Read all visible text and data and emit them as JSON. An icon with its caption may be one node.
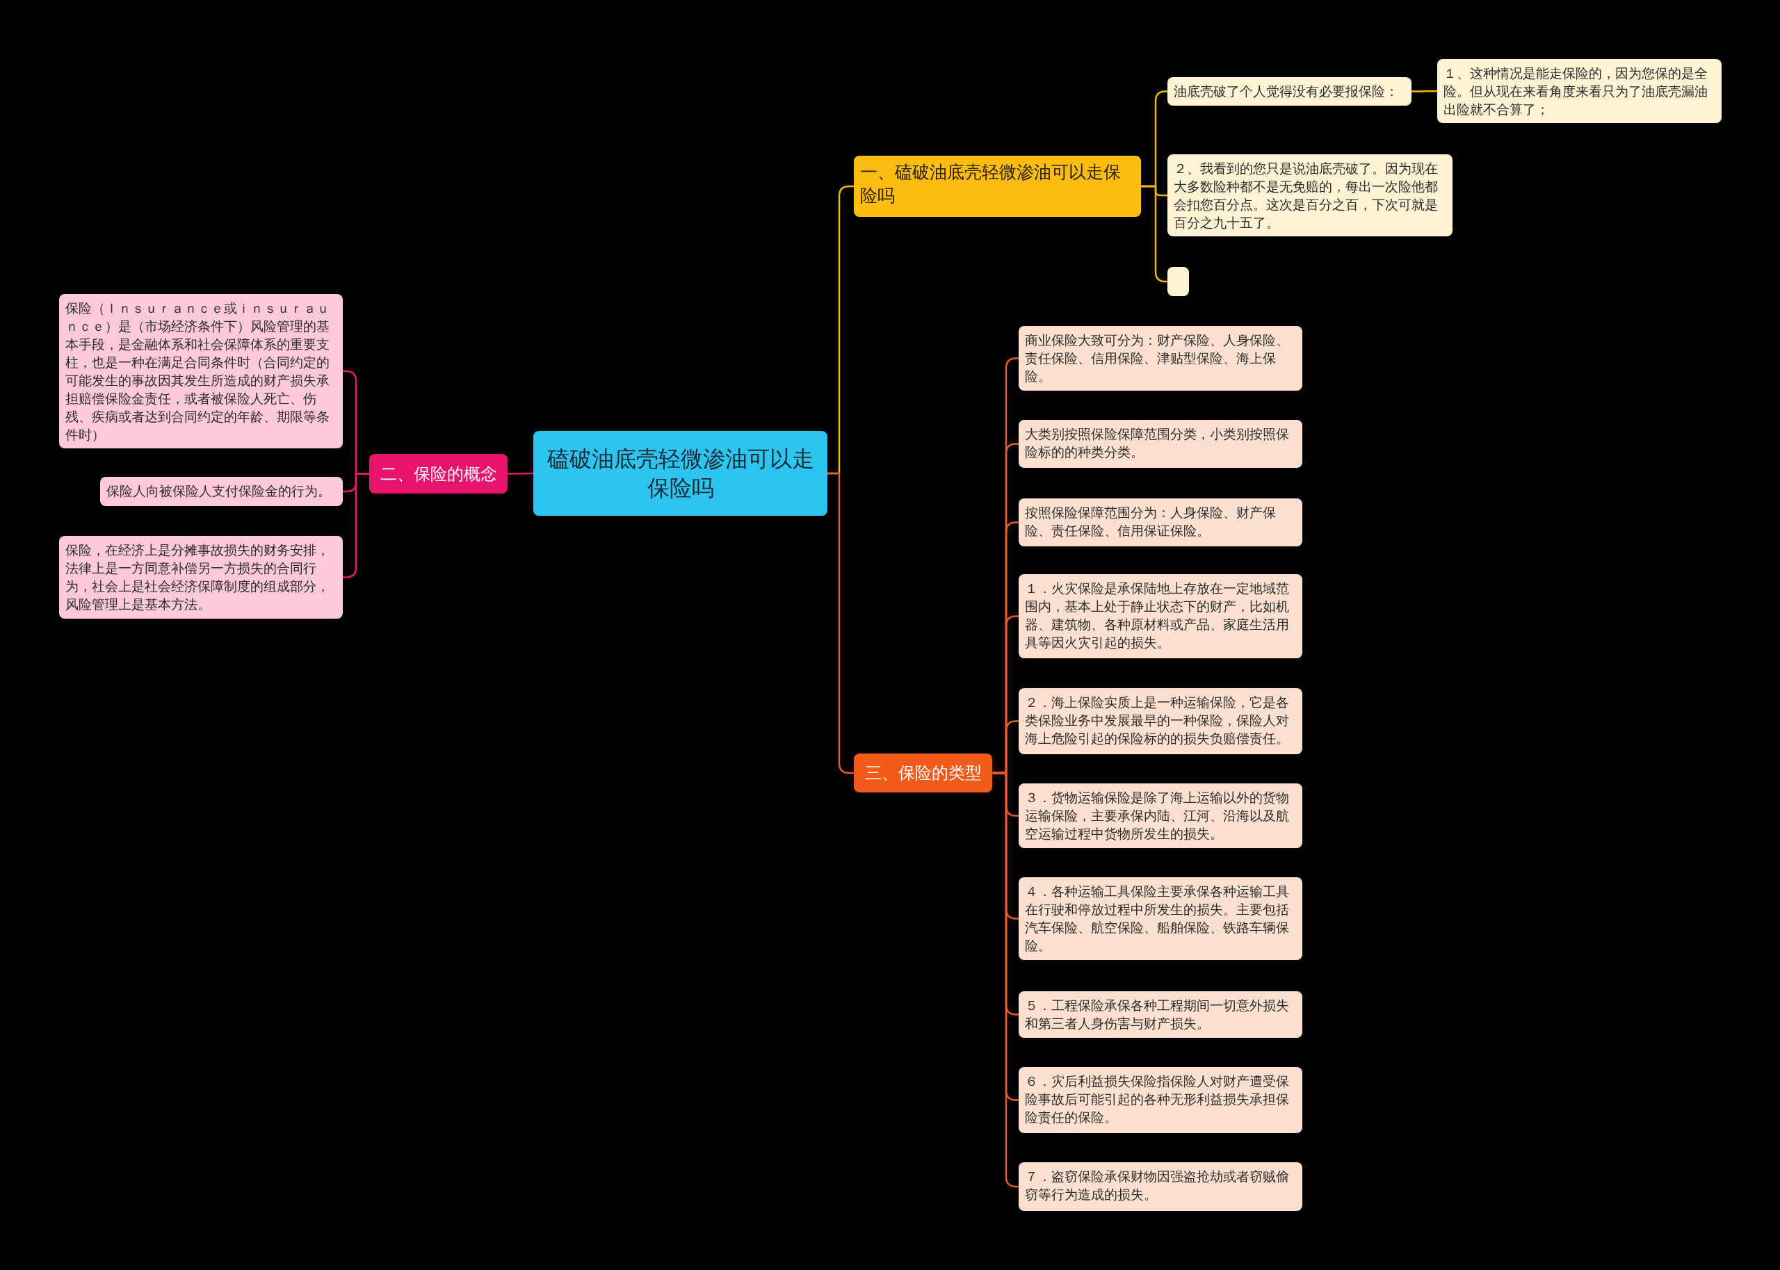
{
  "diagram": {
    "nodes": [
      {
        "text": [
          "磕破油底壳轻微渗油可以走保险吗"
        ]
      },
      {
        "text": [
          "一、磕破油底壳轻微渗油可以走保险吗"
        ]
      },
      {
        "text": [
          "油底壳破了个人觉得没有必要报保险："
        ]
      },
      {
        "text": [
          "１、这种情况是能走保险的，因为您保的是全险。但从现在来看角度来看只为了油底壳漏油出险就不合算了；"
        ]
      },
      {
        "text": [
          "２、我看到的您只是说油底壳破了。因为现在大多数险种都不是无免赔的，每出一次险他都会扣您百分点。这次是百分之百，下次可就是百分之九十五了。"
        ]
      },
      {
        "text": [],
        "shape": "box"
      },
      {
        "text": [
          "二、保险的概念"
        ]
      },
      {
        "text": [
          "保险（Ｉｎｓｕｒａｎｃｅ或ｉｎｓｕｒａｕｎｃｅ）是（市场经济条件下）风险管理的基本手段，是金融体系和社会保障体系的重要支柱，也是一种在满足合同条件时（合同约定的可能发生的事故因其发生所造成的财产损失承担赔偿保险金责任，或者被保险人死亡、伤残、疾病或者达到合同约定的年龄、期限等条件时）"
        ]
      },
      {
        "text": [
          "保险人向被保险人支付保险金的行为。"
        ]
      },
      {
        "text": [
          "保险，在经济上是分摊事故损失的财务安排，法律上是一方同意补偿另一方损失的合同行为，社会上是社会经济保障制度的组成部分，风险管理上是基本方法。"
        ]
      },
      {
        "text": [
          "三、保险的类型"
        ]
      },
      {
        "text": [
          "商业保险大致可分为：财产保险、人身保险、责任保险、信用保险、津贴型保险、海上保险。"
        ]
      },
      {
        "text": [
          "大类别按照保险保障范围分类，小类别按照保险标的的种类分类。"
        ]
      },
      {
        "text": [
          "按照保险保障范围分为：人身保险、财产保险、责任保险、信用保证保险。"
        ]
      },
      {
        "text": [
          "１．火灾保险是承保陆地上存放在一定地域范围内，基本上处于静止状态下的财产，比如机器、建筑物、各种原材料或产品、家庭生活用具等因火灾引起的损失。"
        ]
      },
      {
        "text": [
          "２．海上保险实质上是一种运输保险，它是各类保险业务中发展最早的一种保险，保险人对海上危险引起的保险标的的损失负赔偿责任。"
        ]
      },
      {
        "text": [
          "３．货物运输保险是除了海上运输以外的货物运输保险，主要承保内陆、江河、沿海以及航空运输过程中货物所发生的损失。"
        ]
      },
      {
        "text": [
          "４．各种运输工具保险主要承保各种运输工具在行驶和停放过程中所发生的损失。主要包括汽车保险、航空保险、船舶保险、铁路车辆保险。"
        ]
      },
      {
        "text": [
          "５．工程保险承保各种工程期间一切意外损失和第三者人身伤害与财产损失。"
        ]
      },
      {
        "text": [
          "６．灾后利益损失保险指保险人对财产遭受保险事故后可能引起的各种无形利益损失承担保险责任的保险。"
        ]
      },
      {
        "text": [
          "７．盗窃保险承保财物因强盗抢劫或者窃贼偷窃等行为造成的损失。"
        ]
      }
    ],
    "edges": [
      {
        "from": 0,
        "to": 1,
        "arrow": "none",
        "color": "#f5b800"
      },
      {
        "from": 1,
        "to": 2,
        "arrow": "none",
        "color": "#f5b800"
      },
      {
        "from": 2,
        "to": 3,
        "arrow": "none",
        "color": "#f5b800"
      },
      {
        "from": 1,
        "to": 4,
        "arrow": "none",
        "color": "#f5b800"
      },
      {
        "from": 1,
        "to": 5,
        "arrow": "none",
        "color": "#f5b800"
      },
      {
        "from": 0,
        "to": 6,
        "arrow": "none",
        "color": "#e8186a"
      },
      {
        "from": 6,
        "to": 7,
        "arrow": "none",
        "color": "#e8186a"
      },
      {
        "from": 6,
        "to": 8,
        "arrow": "none",
        "color": "#e8186a"
      },
      {
        "from": 6,
        "to": 9,
        "arrow": "none",
        "color": "#e8186a"
      },
      {
        "from": 0,
        "to": 10,
        "arrow": "none"
      },
      {
        "from": 10,
        "to": 11,
        "arrow": "none"
      },
      {
        "from": 10,
        "to": 12,
        "arrow": "none"
      },
      {
        "from": 10,
        "to": 13,
        "arrow": "none"
      },
      {
        "from": 10,
        "to": 14,
        "arrow": "none"
      },
      {
        "from": 10,
        "to": 15,
        "arrow": "none"
      },
      {
        "from": 10,
        "to": 16,
        "arrow": "none"
      },
      {
        "from": 10,
        "to": 17,
        "arrow": "none"
      },
      {
        "from": 10,
        "to": 18,
        "arrow": "none"
      },
      {
        "from": 10,
        "to": 19,
        "arrow": "none"
      },
      {
        "from": 10,
        "to": 20,
        "arrow": "none"
      }
    ]
  }
}
